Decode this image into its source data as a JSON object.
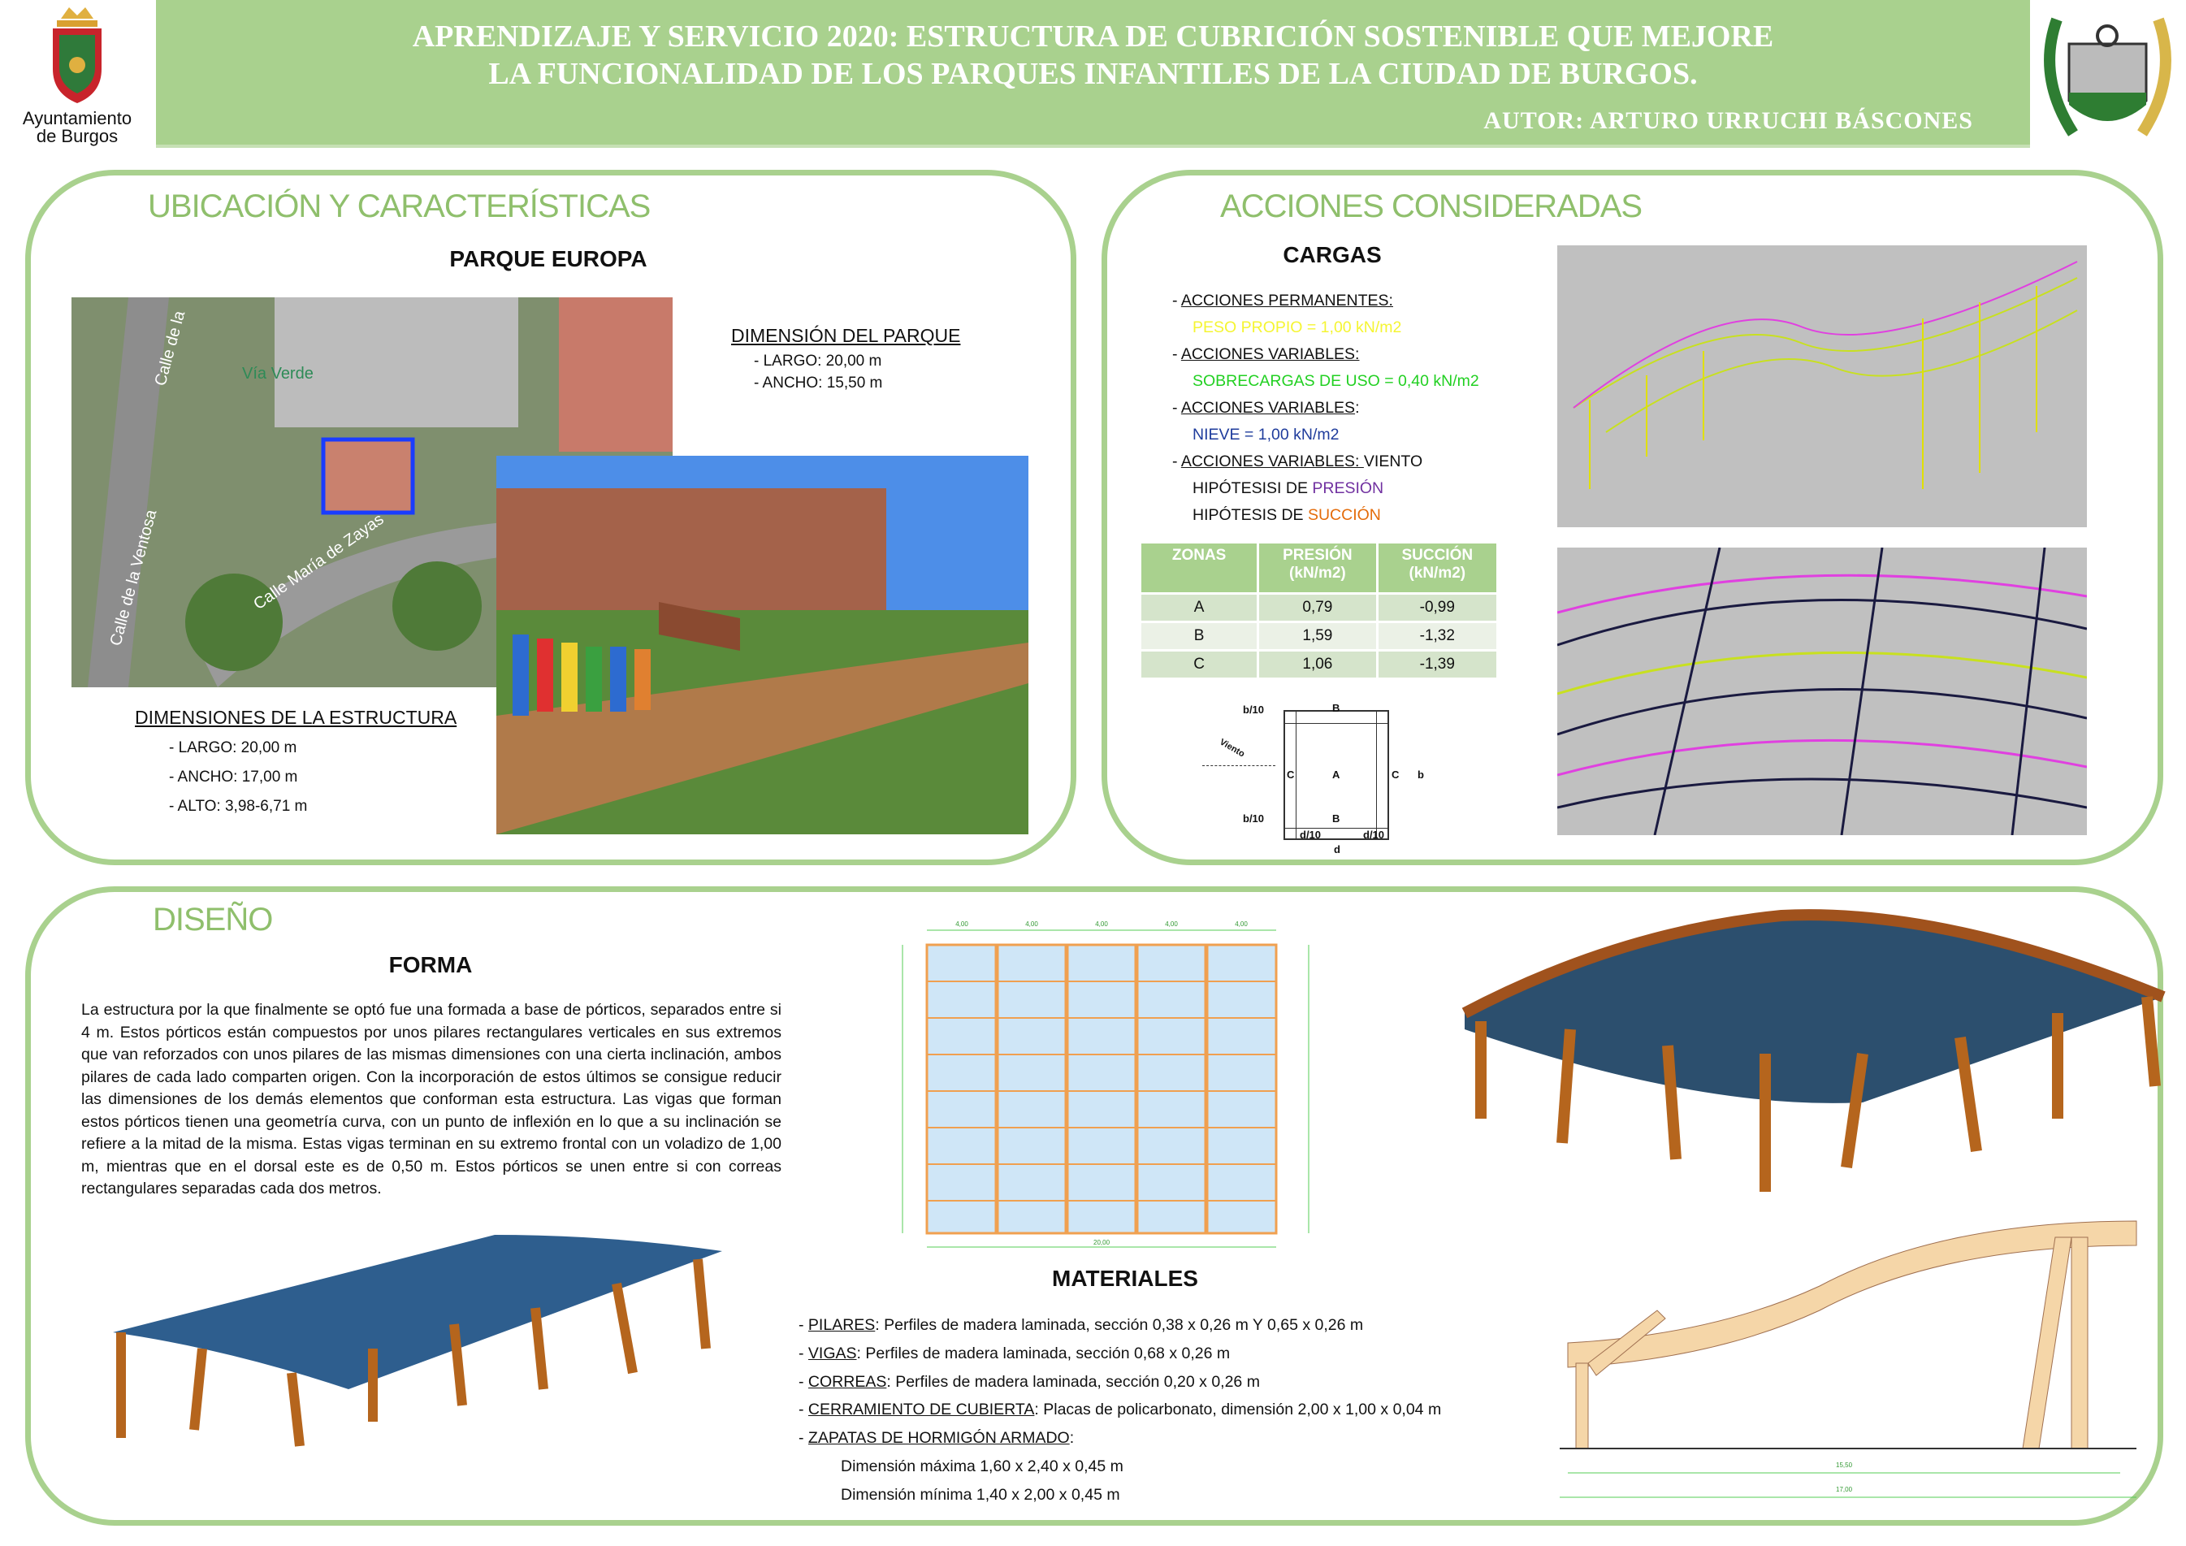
{
  "header": {
    "title_line1": "APRENDIZAJE Y SERVICIO  2020: ESTRUCTURA DE CUBRICIÓN SOSTENIBLE QUE MEJORE",
    "title_line2": "LA FUNCIONALIDAD DE LOS PARQUES INFANTILES DE LA CIUDAD DE BURGOS.",
    "author": "AUTOR: ARTURO URRUCHI BÁSCONES",
    "logo_left_text_1": "Ayuntamiento",
    "logo_left_text_2": "de Burgos"
  },
  "ubicacion": {
    "title": "UBICACIÓN Y CARACTERÍSTICAS",
    "park_name": "PARQUE EUROPA",
    "park_dim_title": "DIMENSIÓN DEL PARQUE",
    "park_dims": [
      "- LARGO: 20,00 m",
      "- ANCHO: 15,50 m"
    ],
    "struct_dim_title": "DIMENSIONES DE LA ESTRUCTURA",
    "struct_dims": [
      "- LARGO: 20,00 m",
      "- ANCHO: 17,00 m",
      "- ALTO: 3,98-6,71 m"
    ],
    "map_labels": [
      "Calle de la",
      "Vía Verde",
      "Calle María de Zayas",
      "Calle de la Ventosa"
    ]
  },
  "acciones": {
    "title": "ACCIONES CONSIDERADAS",
    "cargas": "CARGAS",
    "lines": [
      {
        "prefix": "- ",
        "u": "ACCIONES PERMANENTES:",
        "rest": ""
      },
      {
        "value": "PESO PROPIO = 1,00 kN/m2",
        "color": "#f5f532"
      },
      {
        "prefix": "- ",
        "u": "ACCIONES VARIABLES:",
        "rest": ""
      },
      {
        "value": "SOBRECARGAS DE USO = 0,40 kN/m2",
        "color": "#22d022"
      },
      {
        "prefix": "- ",
        "u": "ACCIONES VARIABLES",
        "rest": ":"
      },
      {
        "value": "NIEVE = 1,00 kN/m2",
        "color": "#1f3c9c"
      },
      {
        "prefix": "- ",
        "u": "ACCIONES VARIABLES: ",
        "rest": "VIENTO"
      }
    ],
    "hip_presion_pre": "HIPÓTESISI DE ",
    "hip_presion": "PRESIÓN",
    "hip_succion_pre": "HIPÓTESIS DE ",
    "hip_succion": "SUCCIÓN",
    "colors": {
      "presion": "#7030a0",
      "succion": "#e46c0a"
    },
    "table": {
      "headers": [
        "ZONAS",
        "PRESIÓN (kN/m2)",
        "SUCCIÓN (kN/m2)"
      ],
      "rows": [
        [
          "A",
          "0,79",
          "-0,99"
        ],
        [
          "B",
          "1,59",
          "-1,32"
        ],
        [
          "C",
          "1,06",
          "-1,39"
        ]
      ]
    },
    "diagram_labels": {
      "b10": "b/10",
      "B": "B",
      "C": "C",
      "A": "A",
      "b": "b",
      "d10": "d/10",
      "d": "d",
      "viento": "Viento"
    }
  },
  "diseno": {
    "title": "DISEÑO",
    "forma": "FORMA",
    "body": "La estructura por la que finalmente se optó fue una formada a base de pórticos, separados entre si 4 m. Estos pórticos están compuestos por unos pilares rectangulares verticales en sus extremos que van reforzados con unos pilares de las mismas dimensiones con una cierta inclinación, ambos pilares de cada lado comparten origen. Con la incorporación de estos últimos se consigue reducir las dimensiones de los demás elementos que conforman esta estructura. Las vigas que forman estos pórticos tienen una geometría curva, con un punto de inflexión en lo que a su inclinación se refiere a la mitad de la misma. Estas vigas terminan en su extremo frontal con un voladizo de 1,00 m, mientras que en el dorsal este es de 0,50 m. Estos pórticos se unen entre si con correas rectangulares separadas cada dos metros.",
    "materiales_title": "MATERIALES",
    "materiales": [
      {
        "u": "PILARES",
        "rest": ": Perfiles de madera laminada, sección 0,38 x 0,26 m Y 0,65 x 0,26 m"
      },
      {
        "u": "VIGAS",
        "rest": ": Perfiles de madera laminada, sección 0,68 x 0,26 m"
      },
      {
        "u": "CORREAS",
        "rest": ": Perfiles de madera laminada, sección 0,20 x 0,26 m"
      },
      {
        "u": "CERRAMIENTO DE CUBIERTA",
        "rest": ": Placas de policarbonato, dimensión 2,00 x 1,00 x 0,04 m"
      },
      {
        "u": "ZAPATAS DE HORMIGÓN ARMADO",
        "rest": ":"
      }
    ],
    "zapata_max": "Dimensión máxima 1,60 x 2,40 x 0,45 m",
    "zapata_min": "Dimensión mínima 1,40 x 2,00 x 0,45 m",
    "plan_dims": [
      "4,00",
      "4,00",
      "4,00",
      "4,00",
      "4,00"
    ],
    "plan_total": "20,00",
    "elev_dims": [
      "15,50",
      "17,00"
    ]
  }
}
